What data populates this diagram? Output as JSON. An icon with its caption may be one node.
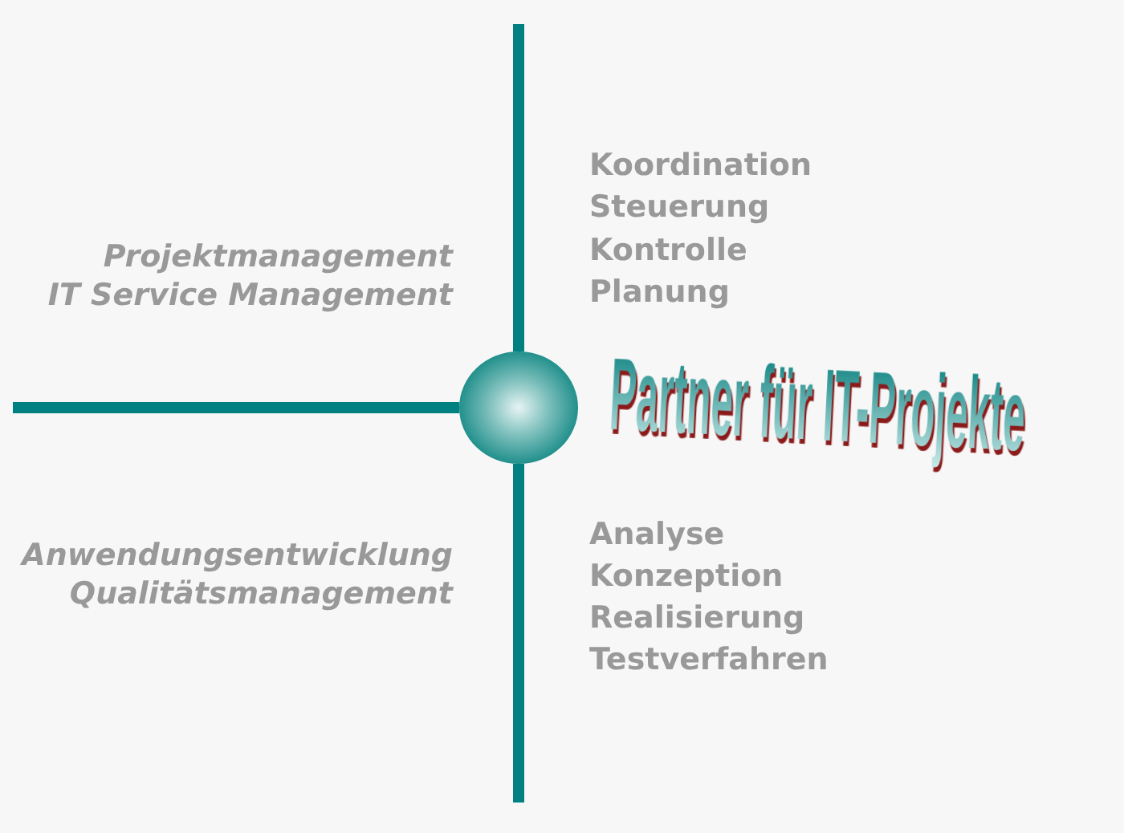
{
  "diagram": {
    "title": "Partner für IT-Projekte",
    "nodes": [
      {
        "text": [],
        "shape": "circle"
      }
    ],
    "labels": [
      "Koordination",
      "Steuerung",
      "Kontrolle",
      "Planung",
      "Projektmanagement",
      "IT Service Management",
      "Anwendungsentwicklung",
      "Qualitätsmanagement",
      "Analyse",
      "Konzeption",
      "Realisierung",
      "Testverfahren"
    ]
  }
}
